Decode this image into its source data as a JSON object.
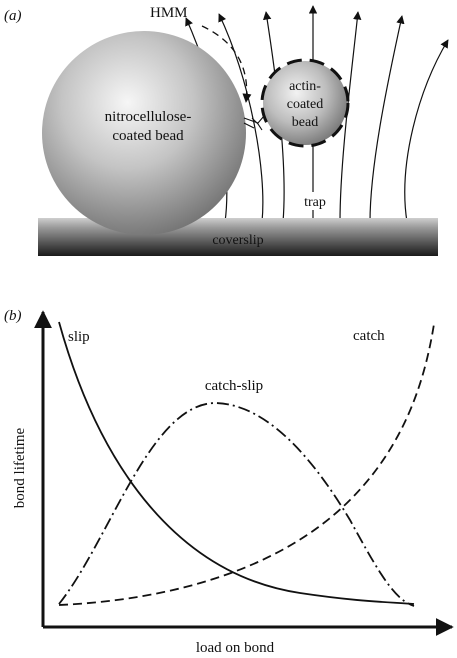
{
  "panel_a": {
    "panel_label": "(a)",
    "hmm_label": "HMM",
    "large_bead_label_line1": "nitrocellulose-",
    "large_bead_label_line2": "coated bead",
    "small_bead_label_line1": "actin-",
    "small_bead_label_line2": "coated",
    "small_bead_label_line3": "bead",
    "trap_label": "trap",
    "coverslip_label": "coverslip"
  },
  "panel_b": {
    "panel_label": "(b)",
    "ylabel": "bond lifetime",
    "xlabel": "load on bond",
    "curves": {
      "slip": "slip",
      "catch_slip": "catch-slip",
      "catch": "catch"
    }
  }
}
